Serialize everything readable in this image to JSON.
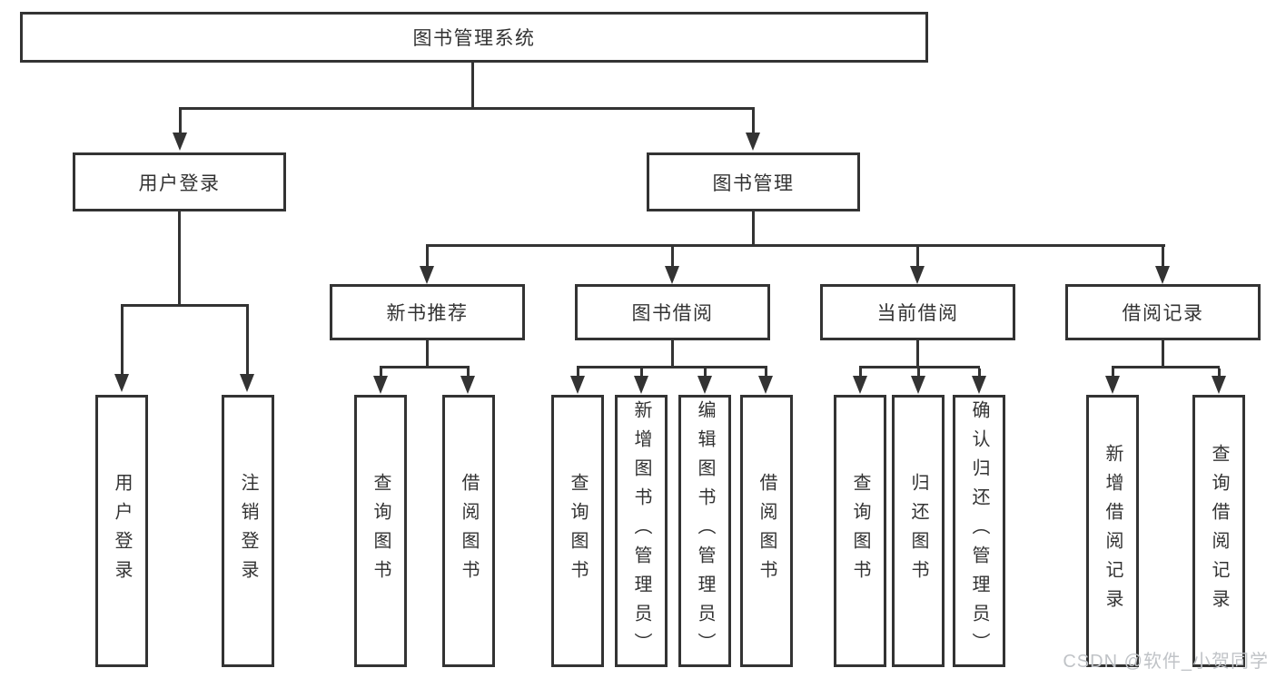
{
  "title": "图书管理系统",
  "watermark": "CSDN @软件_小贺同学",
  "colors": {
    "line": "#333333",
    "text": "#333333",
    "watermark": "#c0c3c7",
    "background": "#ffffff"
  },
  "branches": {
    "userLogin": {
      "label": "用户登录",
      "leaves": [
        "用户登录",
        "注销登录"
      ]
    },
    "bookManagement": {
      "label": "图书管理",
      "sections": [
        {
          "label": "新书推荐",
          "leaves": [
            "查询图书",
            "借阅图书"
          ]
        },
        {
          "label": "图书借阅",
          "leaves": [
            "查询图书",
            "新增图书（管理员）",
            "编辑图书（管理员）",
            "借阅图书"
          ]
        },
        {
          "label": "当前借阅",
          "leaves": [
            "查询图书",
            "归还图书",
            "确认归还（管理员）"
          ]
        },
        {
          "label": "借阅记录",
          "leaves": [
            "新增借阅记录",
            "查询借阅记录"
          ]
        }
      ]
    }
  }
}
